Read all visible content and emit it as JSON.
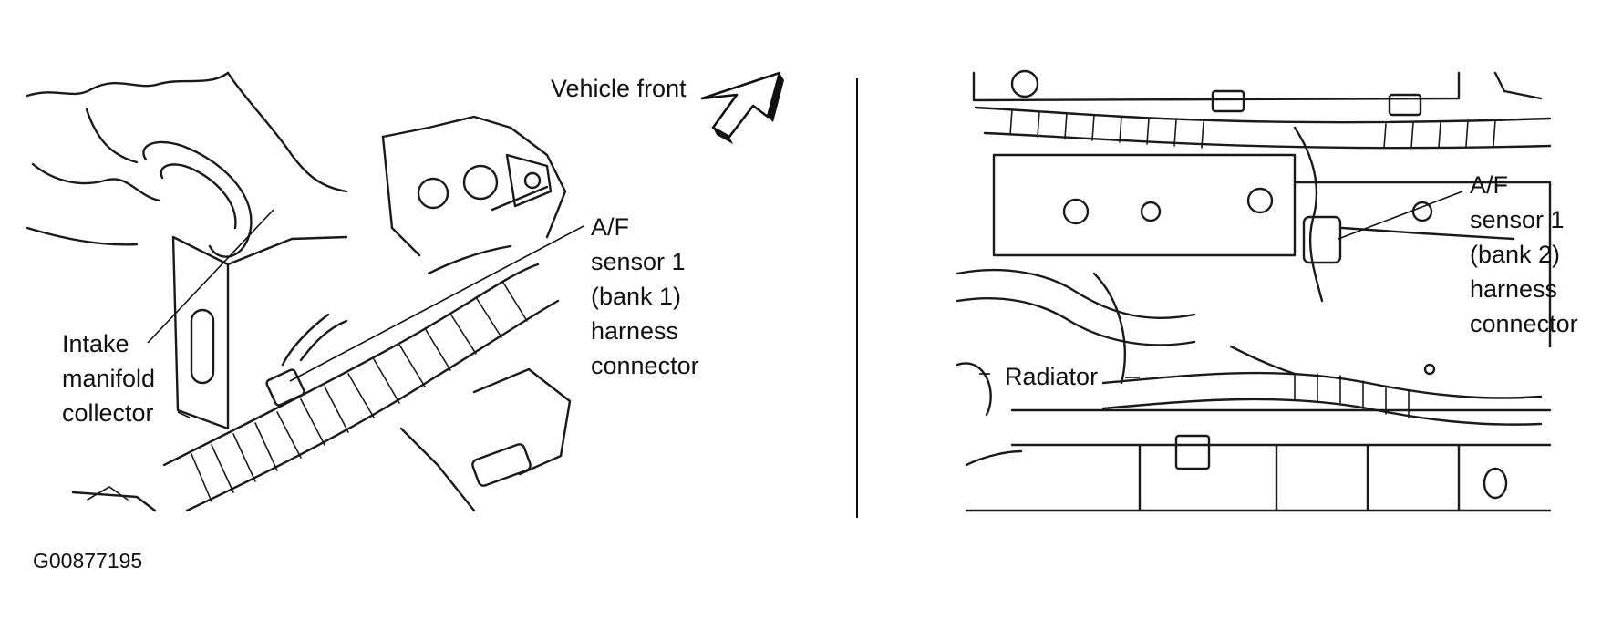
{
  "figure_id": "G00877195",
  "left_panel": {
    "direction_label": "Vehicle front",
    "sensor_label": [
      "A/F",
      "sensor 1",
      "(bank 1)",
      "harness",
      "connector"
    ],
    "intake_label": [
      "Intake",
      "manifold",
      "collector"
    ]
  },
  "right_panel": {
    "sensor_label": [
      "A/F",
      "sensor 1",
      "(bank 2)",
      "harness",
      "connector"
    ],
    "radiator_label": "Radiator"
  }
}
